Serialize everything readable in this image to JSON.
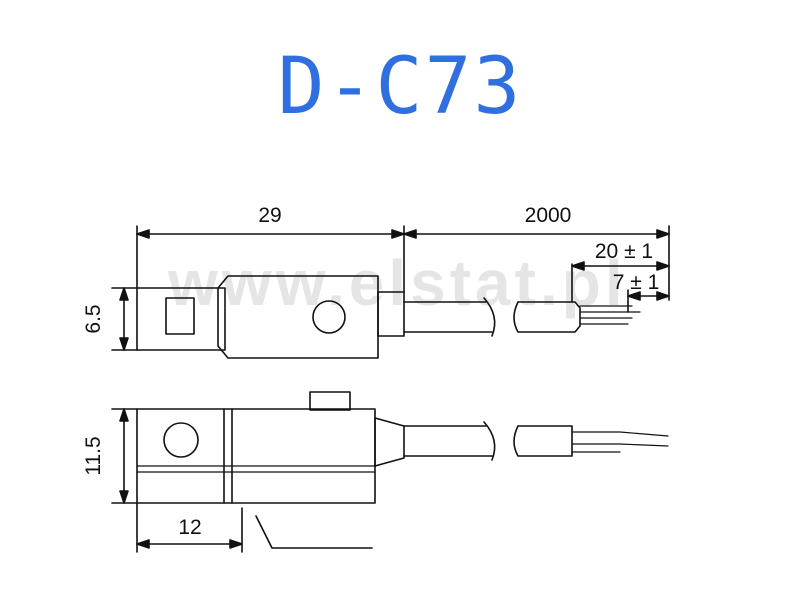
{
  "title": "D-C73",
  "watermark": "www.elstat.pl",
  "dimensions": {
    "body_length": "29",
    "cable_length": "2000",
    "strip_length": "20 ± 1",
    "wire_strip": "7 ± 1",
    "top_height": "6.5",
    "side_height": "11.5",
    "mount_offset": "12"
  },
  "colors": {
    "title": "#2f6fe0",
    "line": "#111111"
  }
}
